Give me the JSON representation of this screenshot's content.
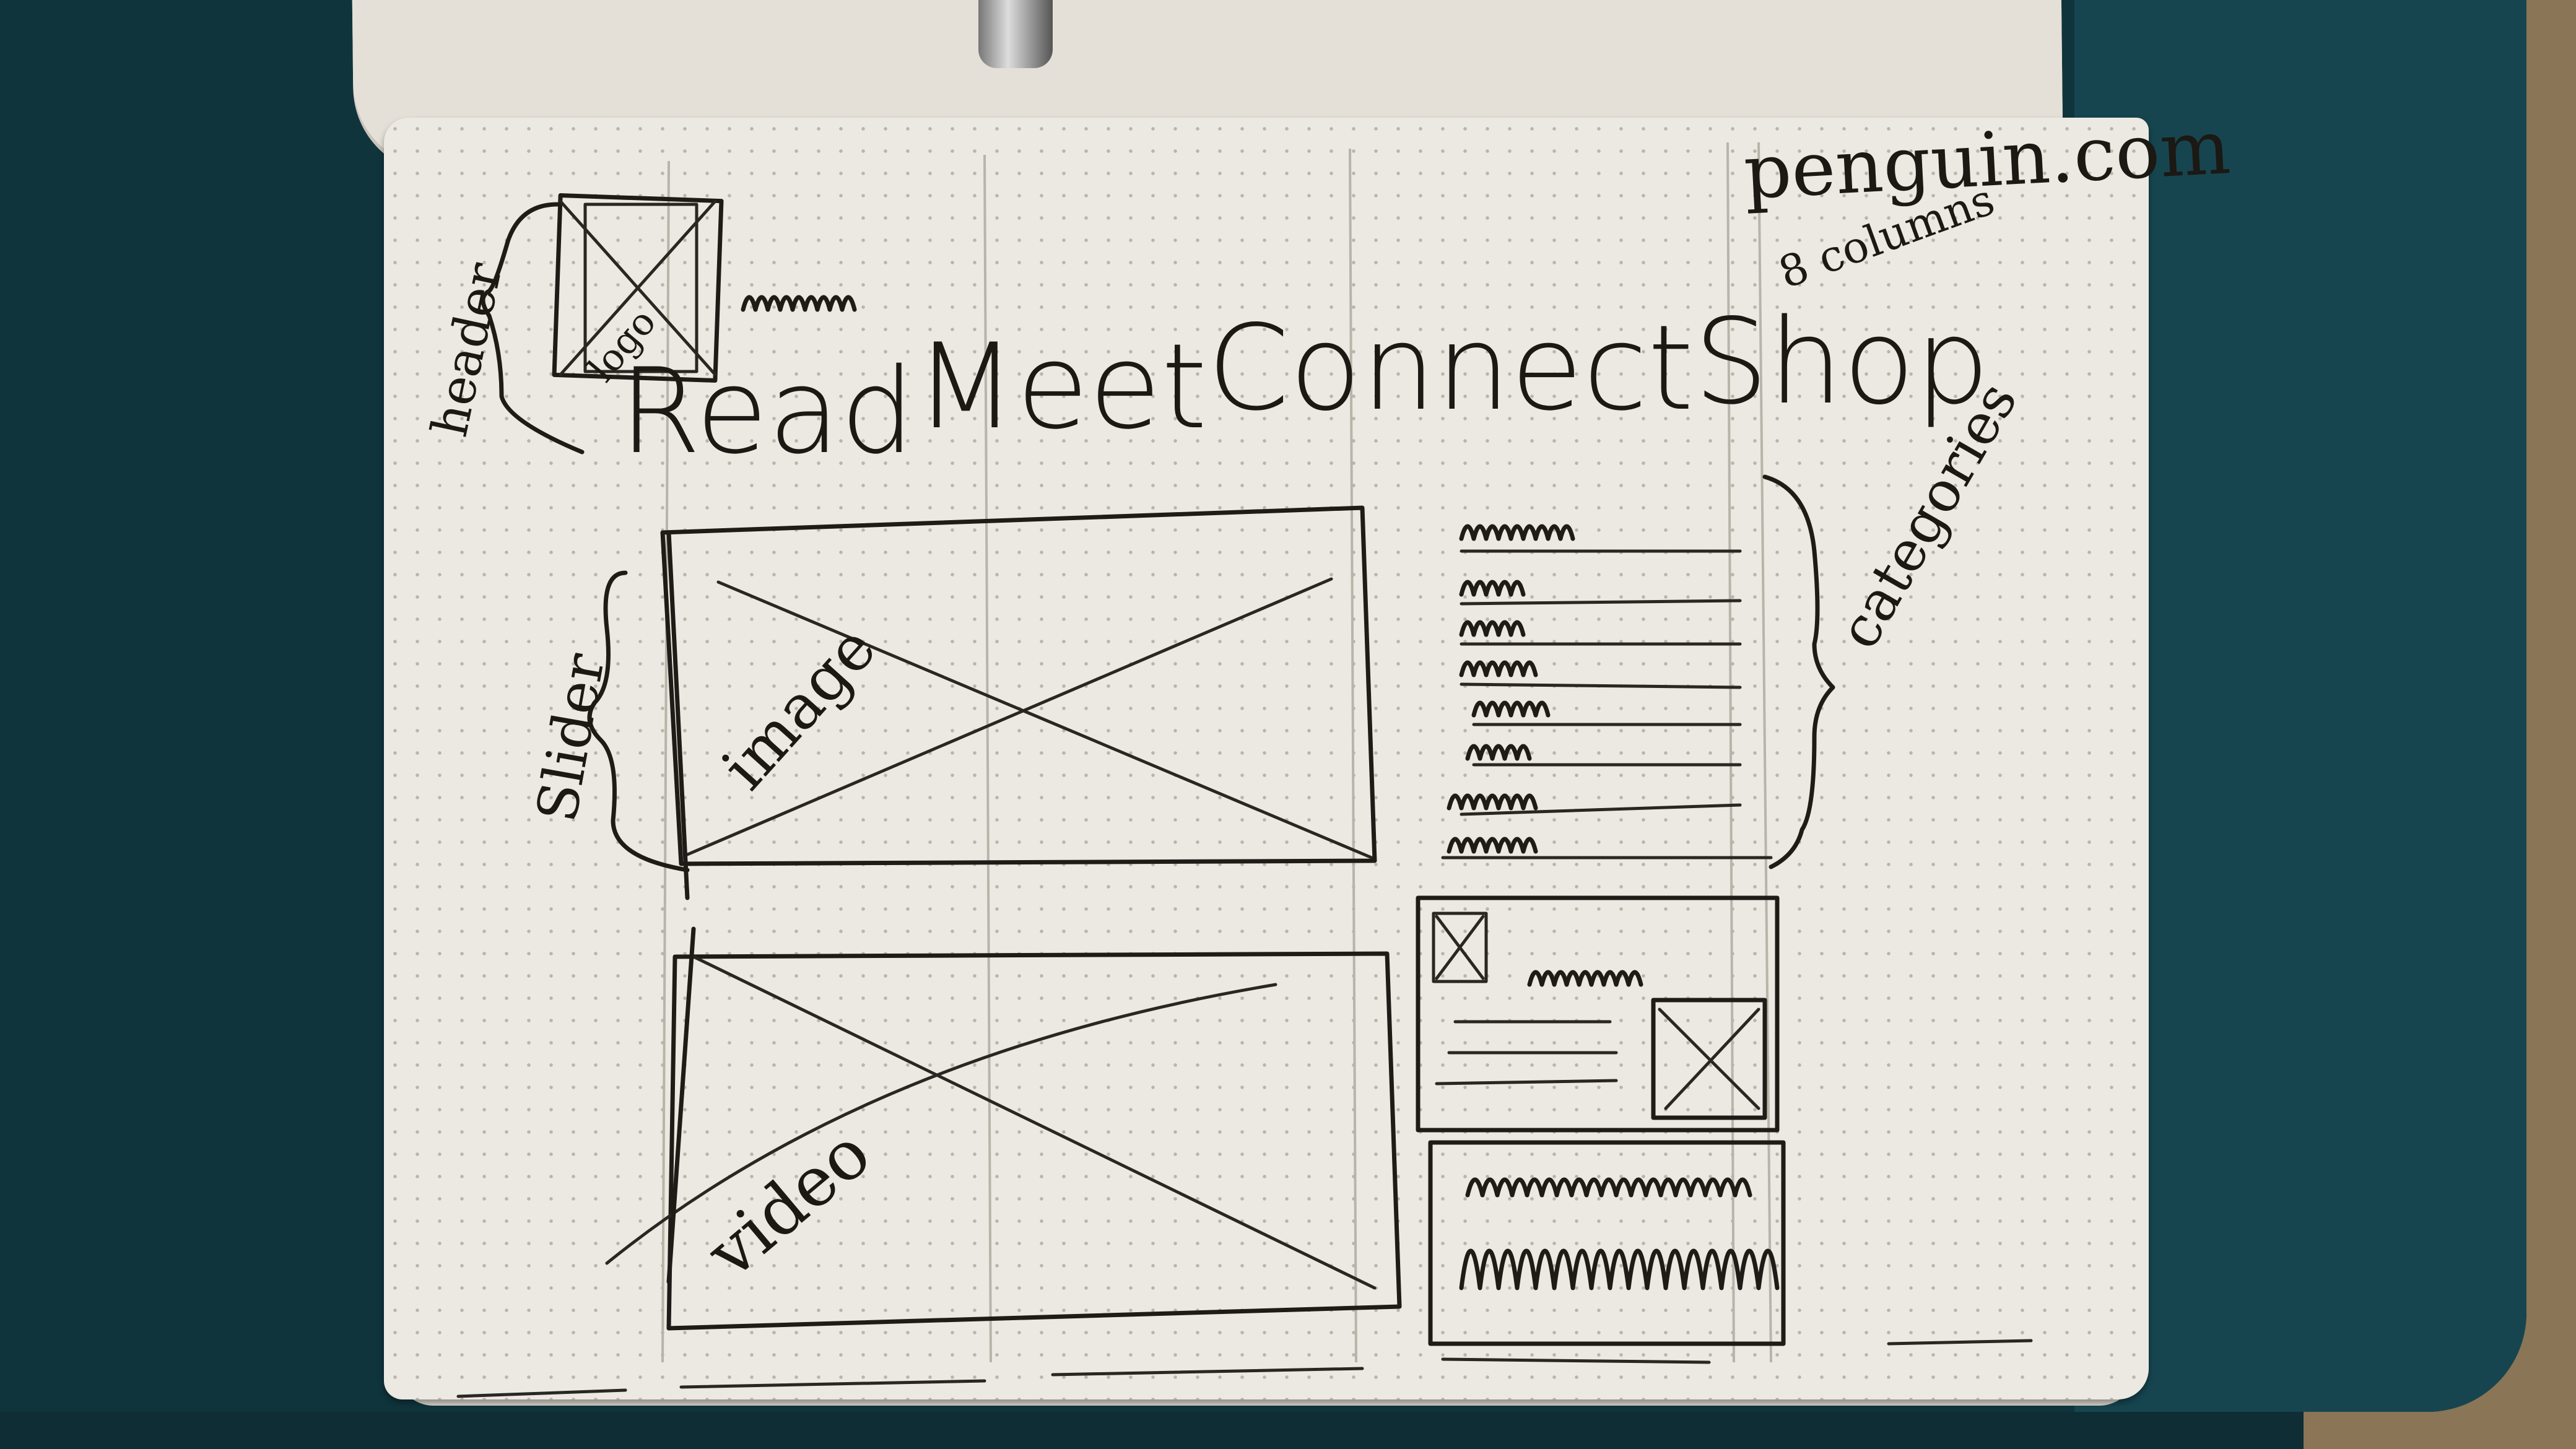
{
  "site": {
    "name": "penguin.com"
  },
  "grid_note": "8 columns",
  "labels": {
    "header": "header",
    "logo": "logo",
    "slider": "Slider",
    "image": "image",
    "video": "video",
    "categories": "categories"
  },
  "nav": [
    {
      "label": "Read"
    },
    {
      "label": "Meet"
    },
    {
      "label": "Connect"
    },
    {
      "label": "Shop"
    }
  ],
  "colors": {
    "ink": "#1f1b17",
    "paper": "#ece9e2",
    "cushion": "#10343c",
    "carpet": "#8a7556"
  }
}
